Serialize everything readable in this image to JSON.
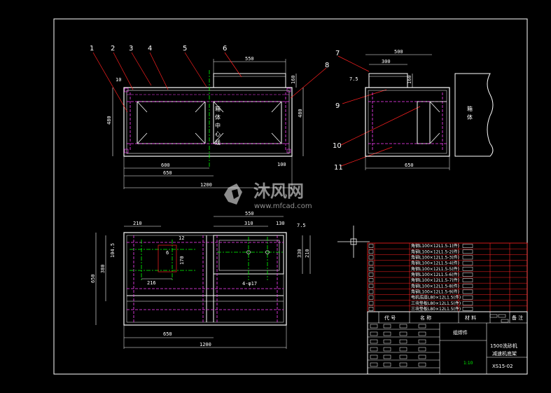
{
  "balloons": [
    "1",
    "2",
    "3",
    "4",
    "5",
    "6",
    "7",
    "8",
    "9",
    "10",
    "11"
  ],
  "front_view": {
    "dims": {
      "top": "550",
      "left_small": "10",
      "height": "480",
      "top_right": "160",
      "inner_h": "480",
      "d600": "600",
      "d650": "650",
      "d1200": "1200",
      "d100": "100"
    },
    "center_label": [
      "箱",
      "体",
      "中",
      "心",
      "线"
    ]
  },
  "side_view": {
    "dims": {
      "top": "500",
      "inner": "300",
      "small": "7.5",
      "h": "160",
      "bottom": "650"
    },
    "box_label": [
      "箱",
      "体"
    ]
  },
  "plan_view": {
    "dims": {
      "top": "550",
      "d210": "210",
      "d310": "310",
      "d130": "130",
      "d7_5": "7.5",
      "d12": "12",
      "d6": "6",
      "d104": "104.5",
      "d170": "170",
      "d380": "380",
      "d650": "650",
      "d216": "216",
      "hole": "4-φ17",
      "d330": "330",
      "d210r": "210",
      "b650": "650",
      "b1200": "1200"
    }
  },
  "bom_rows": [
    "角钢L100×12L1.5-1(件)",
    "角钢L100×12L1.5-2(件)",
    "角钢L100×12L1.5-3(件)",
    "角钢L100×12L1.5-4(件)",
    "角钢L100×12L1.5-5(件)",
    "角钢L100×12L1.5-6(件)",
    "角钢L100×12L1.5-7(件)",
    "角钢L100×12L1.5-8(件)",
    "角钢L100×12L1.5-9(件)",
    "电机底座L80×12L1.5(件)",
    "三块垫板L80×12L1.5(件)",
    "三块垫板L80×12L1.5(件)"
  ],
  "title_block": {
    "h_code": "代 号",
    "h_name": "名 称",
    "h_material": "材 料",
    "h_remark": "备 注",
    "part_name": "组焊件",
    "title_line1": "1500洗砂机",
    "title_line2": "减速机底架",
    "drawing_no": "XS15-02",
    "scale": "1:10"
  },
  "watermark": {
    "brand": "沐风网",
    "url": "www.mfcad.com"
  },
  "colors": {
    "background": "#000000",
    "lines": "#ffffff",
    "hidden": "#ff40ff",
    "center": "#00ff00",
    "table": "#ff2020",
    "leader": "#ff2020"
  }
}
